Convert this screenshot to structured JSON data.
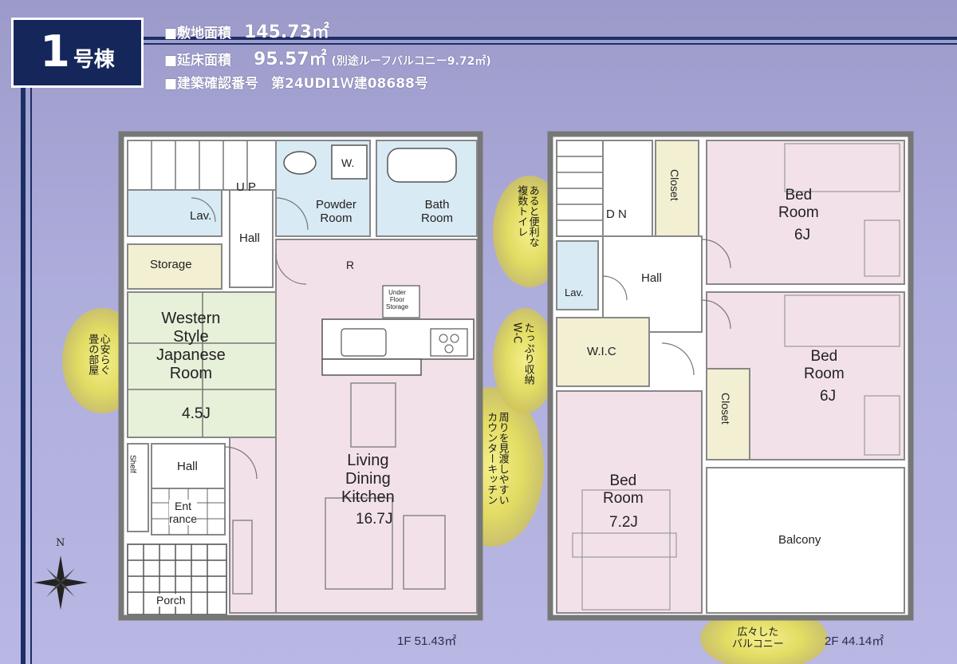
{
  "header": {
    "building_number": "1",
    "building_suffix": "号棟",
    "specs": [
      {
        "label": "■敷地面積",
        "value": "145.73㎡",
        "extra": ""
      },
      {
        "label": "■延床面積",
        "value": "95.57㎡",
        "extra": "(別途ルーフバルコニー9.72㎡)"
      },
      {
        "label": "■建築確認番号",
        "value": "第24UDI1Ｗ建08688号",
        "extra": ""
      }
    ]
  },
  "floor1": {
    "rooms": {
      "up": "U P",
      "hall_top": "Hall",
      "lav": "Lav.",
      "powder": "Powder\nRoom",
      "wash": "W.",
      "bath": "Bath\nRoom",
      "storage": "Storage",
      "r_mark": "R",
      "underfloor": "Under\nFloor\nStorage",
      "western": "Western\nStyle\nJapanese\nRoom",
      "western_size": "4.5J",
      "shelf": "Shelf",
      "hall_bottom": "Hall",
      "entrance": "Ent\nrance",
      "porch": "Porch",
      "ldk": "Living\nDining\nKitchen",
      "ldk_size": "16.7J"
    },
    "area": "1F 51.43㎡",
    "callouts": {
      "left": "心安らぐ\n畳の部屋",
      "right": "周りを見渡しやすい\nカウンターキッチン"
    }
  },
  "floor2": {
    "rooms": {
      "dn": "D N",
      "closet_top": "Closet",
      "bed1": "Bed\nRoom",
      "bed1_size": "6J",
      "hall": "Hall",
      "lav": "Lav.",
      "wic": "W.I.C",
      "bed2": "Bed\nRoom",
      "bed2_size": "6J",
      "closet_right": "Closet",
      "bed3": "Bed\nRoom",
      "bed3_size": "7.2J",
      "balcony": "Balcony"
    },
    "area": "2F 44.14㎡",
    "callouts": {
      "toilet": "あると便利な\n複数トイレ",
      "wic": "たっぷり収納\nW-C",
      "balcony": "広々した\nバルコニー"
    }
  },
  "compass": {
    "north": "N"
  },
  "colors": {
    "background": "#aeaedd",
    "header_box": "#15265a",
    "pink_room": "#f1dde8",
    "cream_room": "#f2efd3",
    "blue_room": "#d8eaf3",
    "wall": "#777777",
    "callout_glow": "#e8e26a"
  }
}
